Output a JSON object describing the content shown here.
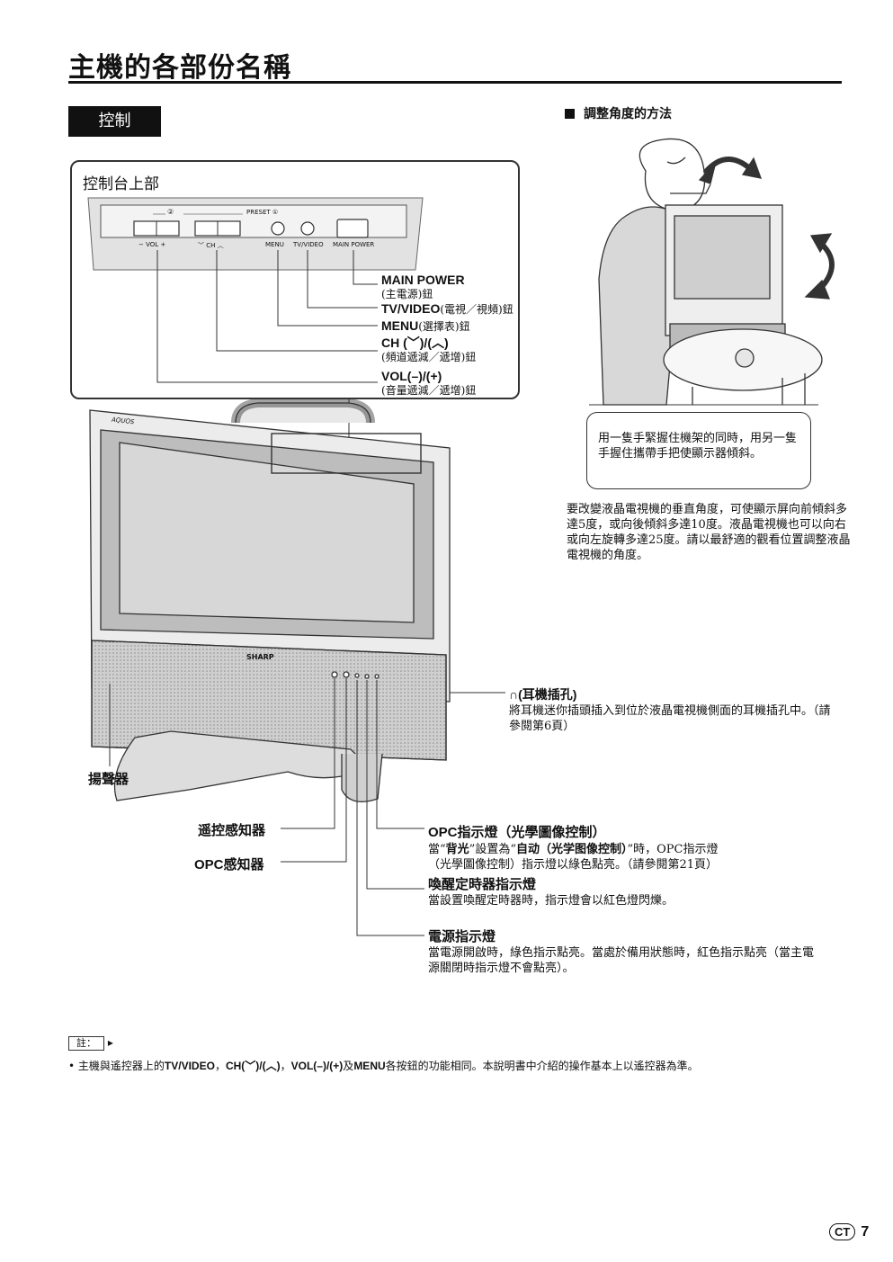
{
  "page": {
    "title": "主機的各部份名稱",
    "section_tab": "控制",
    "page_number": "7",
    "page_badge": "CT"
  },
  "control_panel": {
    "title": "控制台上部",
    "panel_labels": {
      "preset_2": "②",
      "preset": "PRESET ①",
      "vol": "− VOL +",
      "ch": "﹀ CH ︿",
      "menu": "MENU",
      "tvvideo": "TV/VIDEO",
      "mainpower": "MAIN POWER"
    },
    "callouts": [
      {
        "bold": "MAIN POWER",
        "text": "(主電源)鈕"
      },
      {
        "bold": "TV/VIDEO",
        "text": "(電視／視頻)鈕"
      },
      {
        "bold": "MENU",
        "text": "(選擇表)鈕"
      },
      {
        "bold": "CH (﹀)/(︿)",
        "text": "(頻道遞減／遞增)鈕"
      },
      {
        "bold": "VOL(–)/(+)",
        "text": "(音量遞減／遞增)鈕"
      }
    ]
  },
  "angle": {
    "heading": "調整角度的方法",
    "bubble": "用一隻手緊握住機架的同時，用另一隻手握住攜帶手把使顯示器傾斜。",
    "paragraph": "要改變液晶電視機的垂直角度，可使顯示屏向前傾斜多達5度，或向後傾斜多達10度。液晶電視機也可以向右或向左旋轉多達25度。請以最舒適的觀看位置調整液晶電視機的角度。"
  },
  "tv": {
    "brand": "SHARP",
    "model": "AQUOS"
  },
  "parts": {
    "speaker": "揚聲器",
    "remote_sensor": "遥控感知器",
    "opc_sensor": "OPC感知器",
    "headphone_title": "(耳機插孔)",
    "headphone_text": "將耳機迷你插頭插入到位於液晶電視機側面的耳機插孔中。（請參閱第6頁）",
    "opc_led_title": "OPC指示燈（光學圖像控制）",
    "opc_led_line1_a": "當“",
    "opc_led_line1_b": "背光",
    "opc_led_line1_c": "”設置為“",
    "opc_led_line1_d": "自动（光学图像控制）",
    "opc_led_line1_e": "”時，OPC指示燈",
    "opc_led_line2": "（光學圖像控制）指示燈以綠色點亮。（請參閱第21頁）",
    "timer_title": "喚醒定時器指示燈",
    "timer_text": "當設置喚醒定時器時，指示燈會以紅色燈閃爍。",
    "power_title": "電源指示燈",
    "power_text": "當電源開啟時，綠色指示點亮。當處於備用狀態時，紅色指示點亮（當主電源關閉時指示燈不會點亮）。"
  },
  "note": {
    "tag": "註：",
    "t1": "主機與遙控器上的",
    "b1": "TV/VIDEO",
    "t2": "，",
    "b2": "CH(﹀)/(︿)",
    "t3": "，",
    "b3": "VOL(–)/(+)",
    "t4": "及",
    "b4": "MENU",
    "t5": "各按鈕的功能相同。本說明書中介紹的操作基本上以遙控器為準。"
  }
}
